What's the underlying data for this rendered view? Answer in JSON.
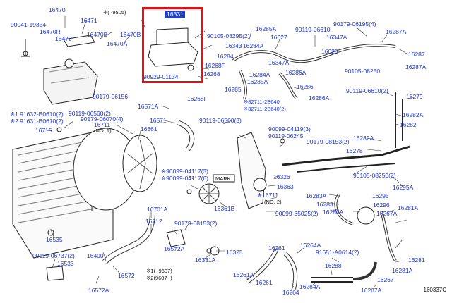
{
  "diagram": {
    "doc_number": "160337C",
    "highlighted_part": "16331",
    "labels": {
      "l16470": "16470",
      "l90041_19354": "90041-19354",
      "l16470r": "16470R",
      "l16472": "16472",
      "l16471": "16471",
      "l16470b": "16470B",
      "l16470a": "16470A",
      "l16470b2": "16470B",
      "l9505": "※(    -9505)",
      "l90179_06156": "90179-06156",
      "l90929_01134": "90929-01134",
      "l16268": "16268",
      "l16268f": "16268F",
      "l16268f2": "16268F",
      "l90105_08295": "90105-08295(2)",
      "l16343": "16343",
      "l16284": "16284",
      "l16285a": "16285A",
      "l16284a": "16284A",
      "l16027": "16027",
      "l90119_06610": "90119-06610",
      "l90179_06195": "90179-06195(4)",
      "l16287a": "16287A",
      "l16347a": "16347A",
      "l16028": "16028",
      "l16287": "16287",
      "l16287a2": "16287A",
      "l16347a2": "16347A",
      "l16286a": "16286A",
      "l90105_08250": "90105-08250",
      "l16284a2": "16284A",
      "l16285a2": "16285A",
      "l16285": "16285",
      "l16286": "16286",
      "l16286a2": "16286A",
      "l90119_06610b": "90119-06610(2)",
      "l16279": "16279",
      "l16282a": "16282A",
      "l16282": "16282",
      "l16282a2": "16282A",
      "l16278": "16278",
      "l90179_08153a": "90179-08153(2)",
      "l90105_08250b": "90105-08250(2)",
      "l16295a": "16295A",
      "l16283a": "16283A",
      "l16295": "16295",
      "l16283": "16283",
      "l16296": "16296",
      "l16283a2": "16283A",
      "l16267a": "16267A",
      "l16281a": "16281A",
      "l16281": "16281",
      "l16281a2": "16281A",
      "l16267": "16267",
      "l16267a2": "16267A",
      "l16571a": "16571A",
      "l16571": "16571",
      "l90119_06560b": "90119-06560(3)",
      "l82711_2b640": "※82711-2B640",
      "l82711_2b640b": "※82711-2B640(2)",
      "l90099_04119": "90099-04119(3)",
      "l90119_06245": "90119-06245",
      "l16326": "16326",
      "l16363": "16363",
      "l16711b": "※16711",
      "l16711_no2": "(NO. 2)",
      "l90099_35025": "90099-35025(2)",
      "l16361b": "16361B",
      "l90099_04117": "※90099-04117(3)",
      "l90099_04117b": "※90099-04117(6)",
      "l91632_b0610": "※1 91632-B0610(2)",
      "l91631_b0610": "※2 91631-B0610(2)",
      "l90119_06560": "90119-06560(2)",
      "l90179_06070": "90179-06070(4)",
      "l16711": "16711",
      "l16711_no1": "(NO. 1)",
      "l16361": "16361",
      "l16715": "16715",
      "l16701a": "16701A",
      "l16712": "16712",
      "l16535": "16535",
      "l90179_08153": "90179-08153(2)",
      "l16572a": "16572A",
      "l16331a": "16331A",
      "l16325": "16325",
      "l16400": "16400",
      "l90119_06737": "90119-06737(2)",
      "l16533": "16533",
      "l16572": "16572",
      "l16572a2": "16572A",
      "l9607a": "※1(    -9607)",
      "l9607b": "※2(9607-    )",
      "l16261": "16261",
      "l16261a": "16261A",
      "l16264a": "16264A",
      "l91651_a0614": "91651-A0614(2)",
      "l16288": "16288",
      "l16264": "16264",
      "l16264a2": "16264A",
      "l16261b": "16261",
      "mark": "MARK"
    }
  }
}
